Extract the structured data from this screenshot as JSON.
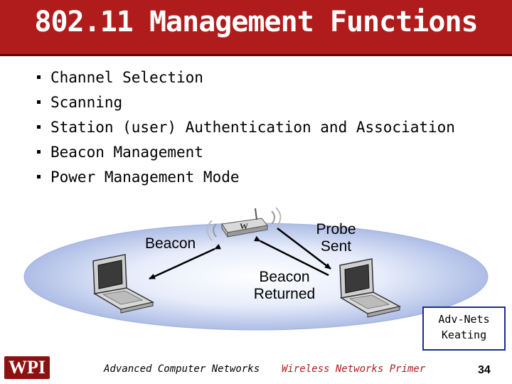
{
  "slide": {
    "title": "802.11 Management Functions",
    "bullets": [
      "Channel Selection",
      "Scanning",
      "Station (user) Authentication and Association",
      "Beacon Management",
      "Power Management Mode"
    ]
  },
  "diagram": {
    "label_beacon": "Beacon",
    "label_probe_line1": "Probe",
    "label_probe_line2": "Sent",
    "label_returned_line1": "Beacon",
    "label_returned_line2": "Returned",
    "access_point_mark": "W"
  },
  "author_box": {
    "line1": "Adv-Nets",
    "line2": "Keating"
  },
  "footer": {
    "logo_text": "WPI",
    "course": "Advanced Computer Networks",
    "module": "Wireless Networks Primer",
    "page": "34"
  },
  "colors": {
    "title_bg": "#b01c1c",
    "module_text": "#b01c1c",
    "author_border": "#1a2a9a",
    "ellipse": "#aebde6"
  }
}
